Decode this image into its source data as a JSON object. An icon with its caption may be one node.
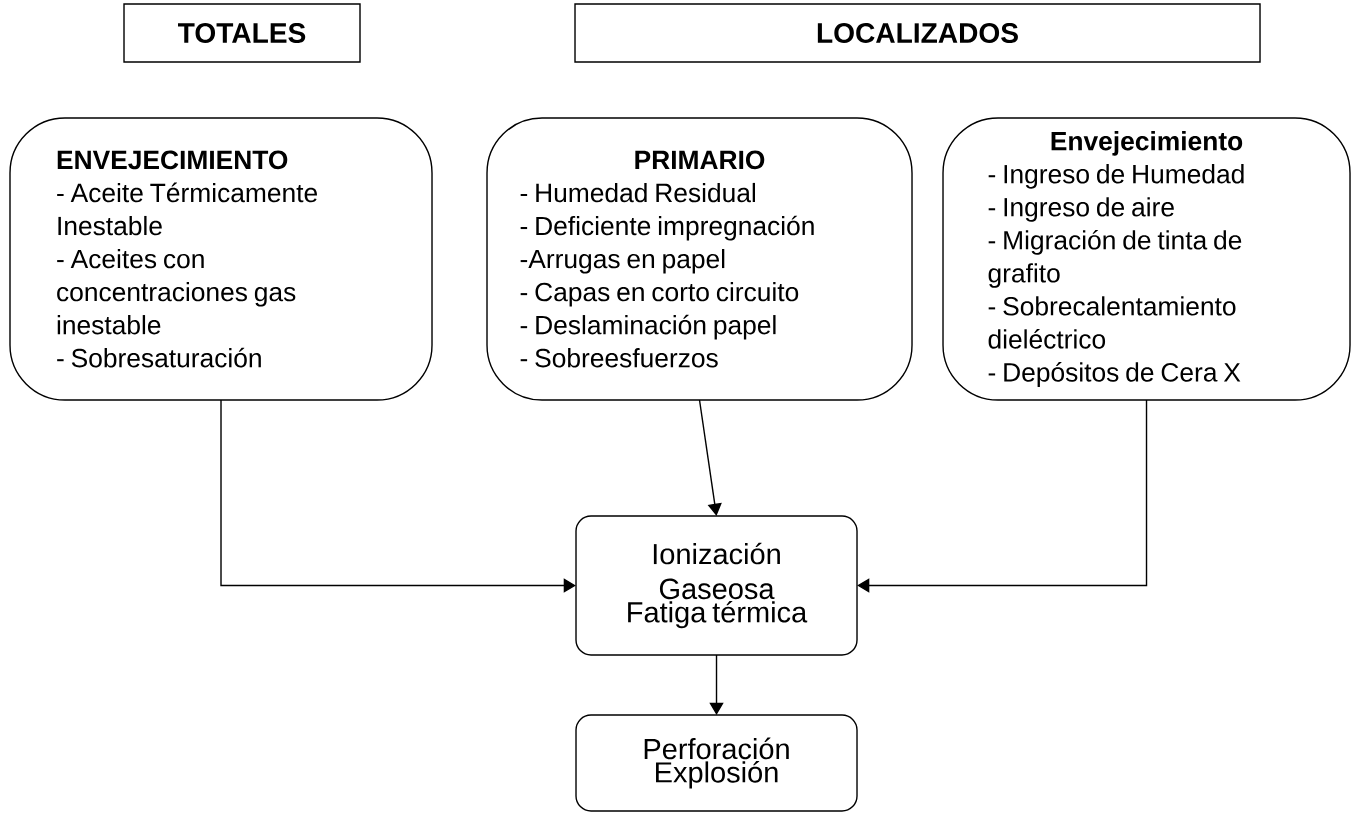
{
  "diagram": {
    "nodes": [
      {
        "text": [
          "TOTALES"
        ]
      },
      {
        "text": [
          "LOCALIZADOS"
        ]
      },
      {
        "text": [
          "ENVEJECIMIENTO",
          "- Aceite Térmicamente Inestable",
          "- Aceites con concentraciones gas inestable",
          "- Sobresaturación"
        ]
      },
      {
        "text": [
          "PRIMARIO",
          "- Humedad Residual",
          "- Deficiente impregnación",
          "-Arrugas en papel",
          "- Capas en corto circuito",
          "- Deslaminación papel",
          "- Sobreesfuerzos"
        ]
      },
      {
        "text": [
          "Envejecimiento",
          "- Ingreso de Humedad",
          "- Ingreso de aire",
          "- Migración de tinta de grafito",
          "- Sobrecalentamiento dieléctrico",
          "- Depósitos de Cera X"
        ]
      },
      {
        "text": [
          "Ionización",
          "Gaseosa",
          "Fatiga térmica"
        ]
      },
      {
        "text": [
          "Perforación",
          "Explosión"
        ]
      }
    ],
    "edges": [
      {
        "from": 2,
        "to": 5,
        "arrow": "to"
      },
      {
        "from": 3,
        "to": 5,
        "arrow": "to"
      },
      {
        "from": 4,
        "to": 5,
        "arrow": "to"
      },
      {
        "from": 5,
        "to": 6,
        "arrow": "to"
      }
    ]
  }
}
